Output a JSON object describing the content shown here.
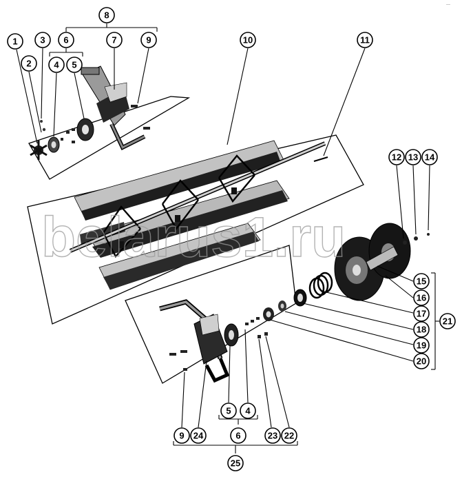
{
  "diagram": {
    "watermark": "belarus1.ru",
    "corner_mark": "—",
    "callouts": [
      "1",
      "2",
      "3",
      "4",
      "5",
      "6",
      "7",
      "8",
      "9",
      "10",
      "11",
      "12",
      "13",
      "14",
      "15",
      "16",
      "17",
      "18",
      "19",
      "20",
      "21",
      "22",
      "23",
      "24",
      "25"
    ],
    "bottom_callouts": {
      "left_5": "5",
      "left_4": "4",
      "group_6": "6",
      "b9": "9",
      "b24": "24",
      "b23": "23",
      "b22": "22",
      "b25": "25"
    },
    "top_callouts": {
      "t4": "4",
      "t5": "5",
      "t6": "6"
    }
  },
  "colors": {
    "line": "#000000",
    "part_dark": "#1c1c1c",
    "part_mid": "#6e6e6e",
    "part_light": "#b8b8b8"
  }
}
